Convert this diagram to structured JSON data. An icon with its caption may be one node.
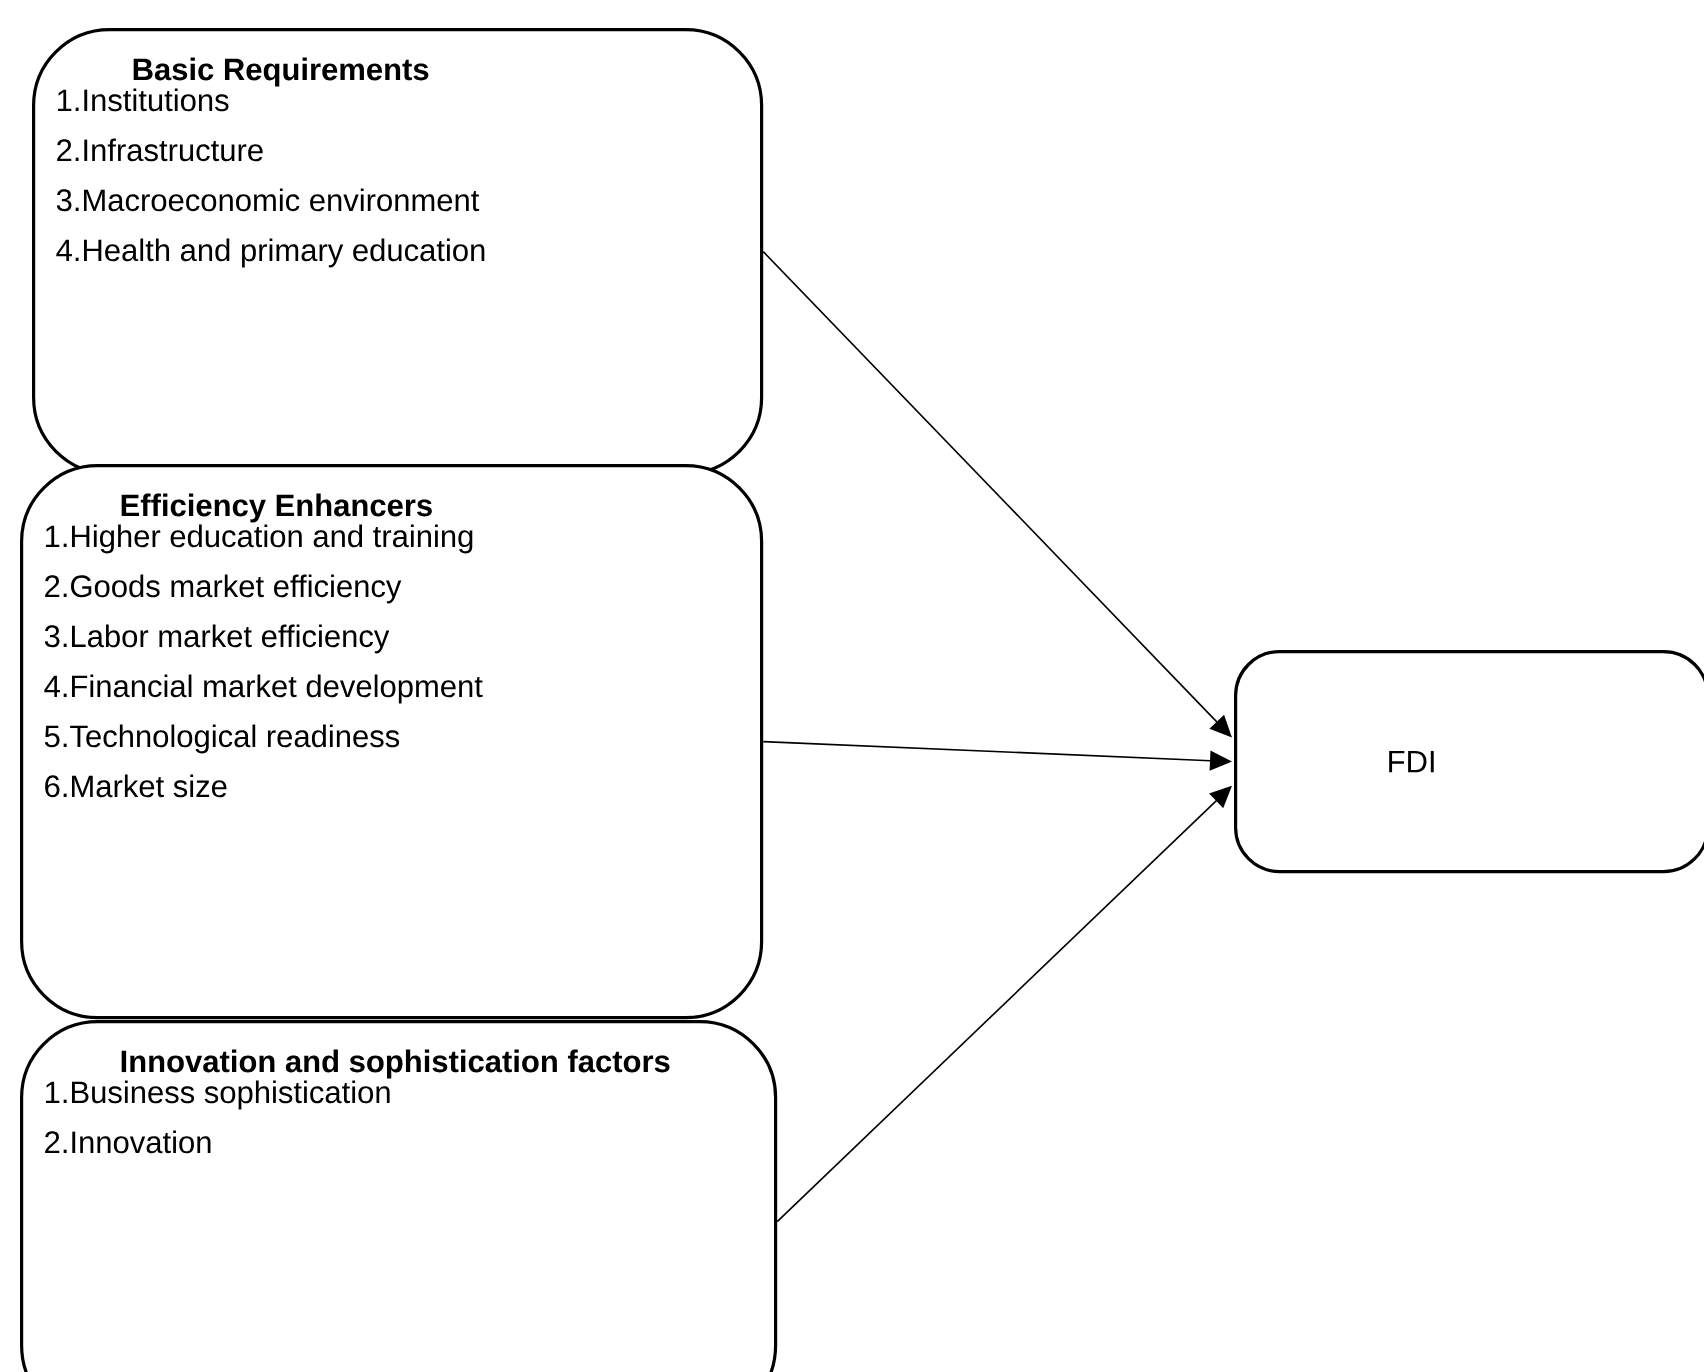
{
  "diagram": {
    "nodes": [
      {
        "text": [
          "Basic Requirements",
          "1.Institutions",
          "2.Infrastructure",
          "3.Macroeconomic environment",
          "4.Health and primary education"
        ]
      },
      {
        "text": [
          "Efficiency Enhancers",
          "1.Higher education and training",
          "2.Goods market efficiency",
          "3.Labor market efficiency",
          "4.Financial market development",
          "5.Technological readiness",
          "6.Market size"
        ]
      },
      {
        "text": [
          "Innovation and sophistication factors",
          "1.Business sophistication",
          "2.Innovation"
        ]
      },
      {
        "text": [
          "FDI"
        ]
      }
    ],
    "edges": [
      {
        "from": 0,
        "to": 3,
        "arrow": "to"
      },
      {
        "from": 1,
        "to": 3,
        "arrow": "to"
      },
      {
        "from": 2,
        "to": 3,
        "arrow": "to"
      }
    ]
  }
}
